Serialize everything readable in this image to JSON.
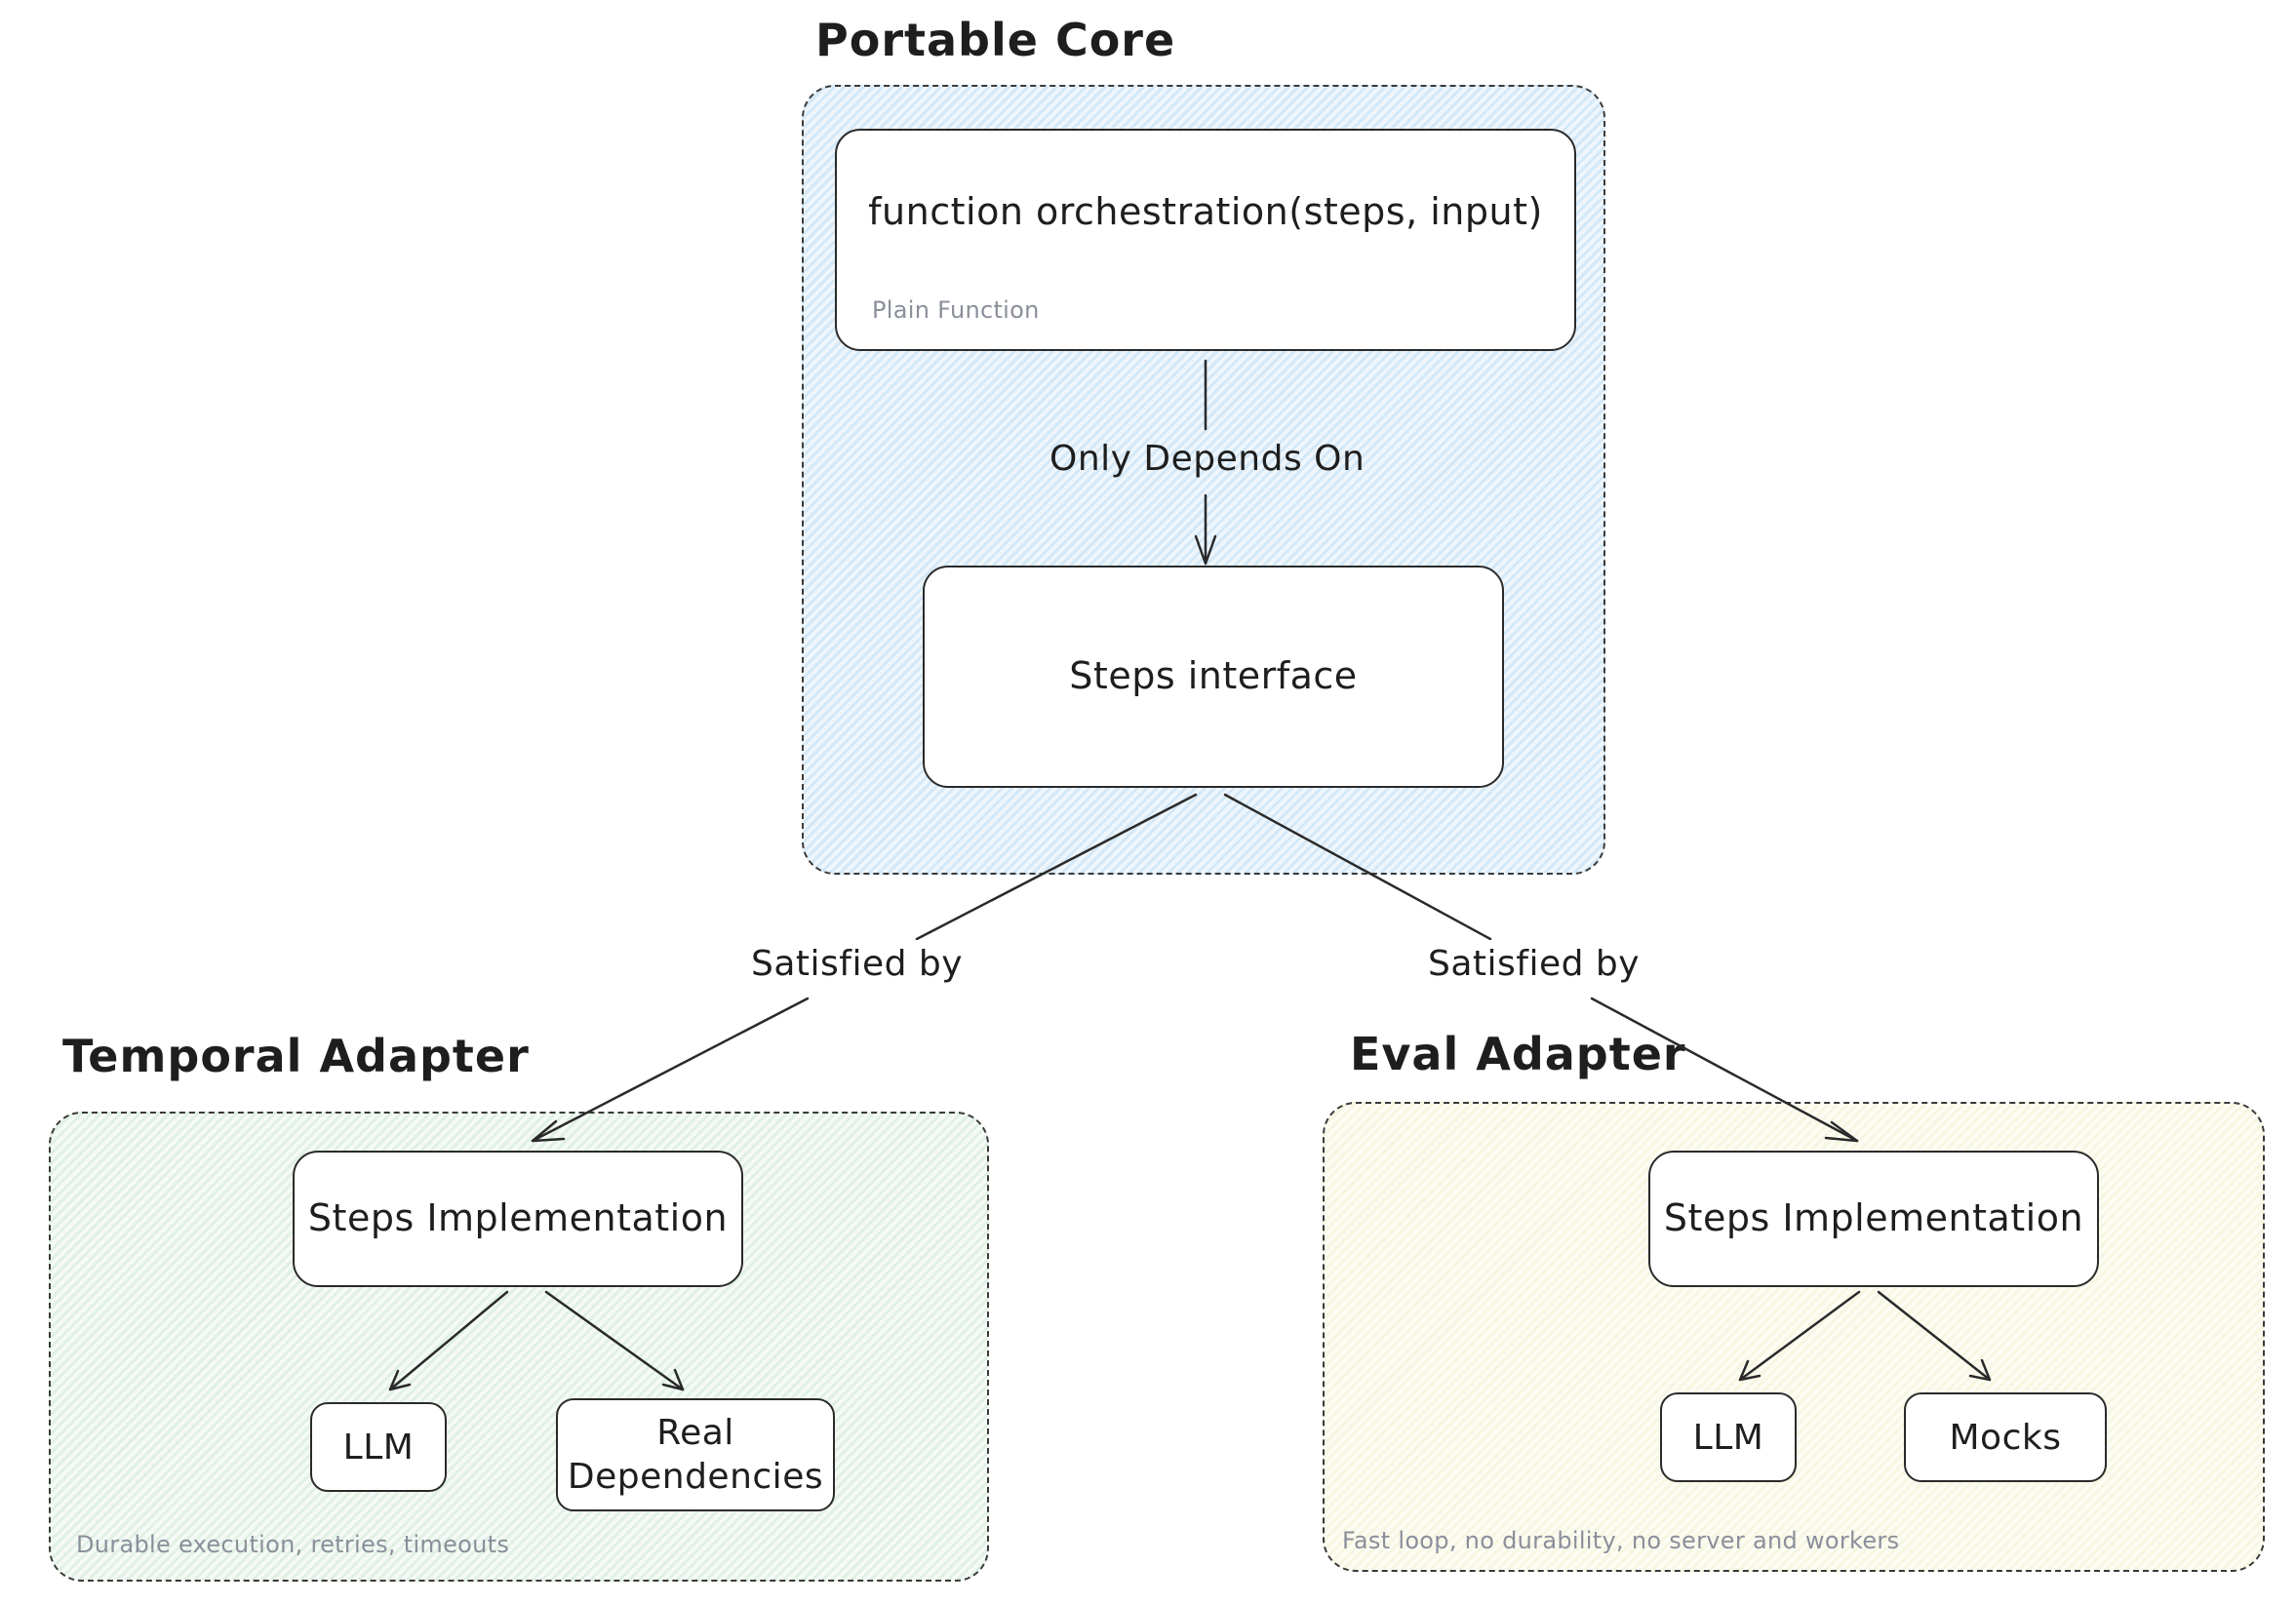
{
  "groups": {
    "core": {
      "title": "Portable Core",
      "fill": "#d4e8f7"
    },
    "temporal": {
      "title": "Temporal Adapter",
      "note": "Durable execution, retries, timeouts",
      "fill": "#e0f1e4"
    },
    "eval": {
      "title": "Eval Adapter",
      "note": "Fast loop, no durability, no server and workers",
      "fill": "#f6f6e2"
    }
  },
  "nodes": {
    "orchestration": {
      "label": "function orchestration(steps, input)",
      "note": "Plain Function"
    },
    "steps_interface": {
      "label": "Steps interface"
    },
    "temporal_impl": {
      "label": "Steps Implementation"
    },
    "temporal_llm": {
      "label": "LLM"
    },
    "temporal_deps": {
      "label_line1": "Real",
      "label_line2": "Dependencies"
    },
    "eval_impl": {
      "label": "Steps Implementation"
    },
    "eval_llm": {
      "label": "LLM"
    },
    "eval_mocks": {
      "label": "Mocks"
    }
  },
  "edges": {
    "depends": {
      "label": "Only Depends On"
    },
    "satisfied_left": {
      "label": "Satisfied by"
    },
    "satisfied_right": {
      "label": "Satisfied by"
    }
  }
}
